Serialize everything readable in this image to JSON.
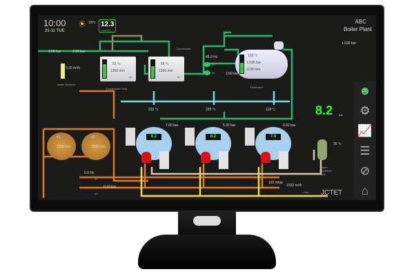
{
  "header": {
    "time": "10:00",
    "date": "21-11 TUE",
    "weather_temp": "-15°c",
    "steam_value": "12.3",
    "steam_label": "Steam t/h",
    "title_line1": "ABC",
    "title_line2": "Boiler Plant"
  },
  "feed": {
    "pressure1": "3.50 bar",
    "pressure2": "2.80 bar",
    "flow": "9.20 m³/h",
    "softener_label": "Water Softener",
    "condensate_label": "Condensate"
  },
  "condensate_tank": {
    "label": "Condensate Tank",
    "t1_temp": "52 °c",
    "t1_level": "1350 mm",
    "t1_id": "#1",
    "t2_temp": "56 °c",
    "t2_level": "1350 mm",
    "t2_id": "#2"
  },
  "pumps": {
    "freq": "45.0 Hz",
    "p1": "#1",
    "p2": "#2",
    "pressure": "2.60 bar"
  },
  "deaerator": {
    "label": "Deaerator",
    "temp": "103 °c",
    "pressure": "1.035 bar",
    "level": "1130 mm",
    "outlet_pressure": "1.030 bar"
  },
  "header_pressure": {
    "value": "8.2",
    "unit": "bar"
  },
  "boilers": [
    {
      "stack_temp": "233 °c",
      "pressure": "7.60 bar",
      "lcd": "8.2"
    },
    {
      "stack_temp": "230 °c",
      "pressure": "5.32 bar",
      "lcd": "8.2"
    },
    {
      "stack_temp": "118 °c",
      "pressure": "0.02 bar",
      "lcd": "7.8"
    }
  ],
  "oil": {
    "label": "Oil Tank",
    "tank1_id": "#1",
    "tank1_level": "1200 mm",
    "tank2_id": "#2",
    "tank2_level": "1600 mm",
    "pump_freq": "0.0 Hz",
    "pump1": "#1",
    "pump2": "#2",
    "pressure": "0.10 bar"
  },
  "blowdown": {
    "label": "Steam Blowdown Tank",
    "temp": "35 °c"
  },
  "gas": {
    "pressure": "193 mbar",
    "flow": "1032 m³/h",
    "label": "Gas"
  },
  "brand": "JCTET",
  "sidebar": [
    "operator",
    "settings",
    "trends",
    "reports",
    "alarm-mute",
    "home"
  ]
}
